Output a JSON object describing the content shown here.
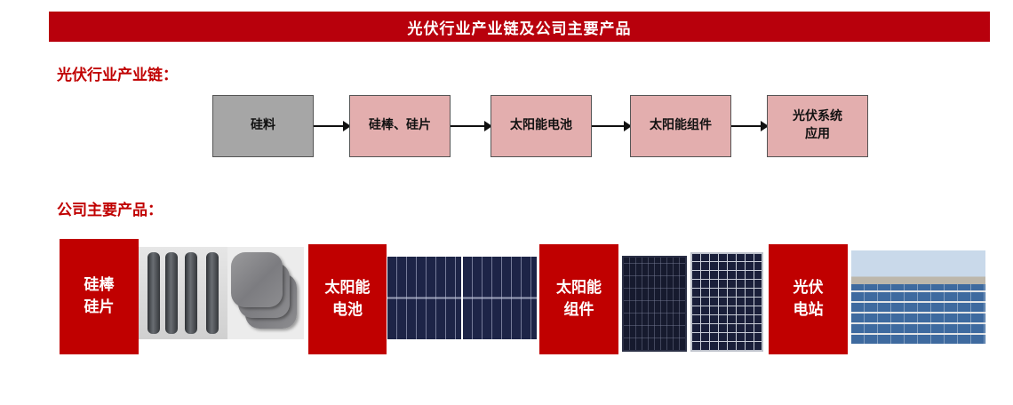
{
  "banner": {
    "title": "光伏行业产业链及公司主要产品"
  },
  "section1": {
    "title": "光伏行业产业链："
  },
  "chain": {
    "steps": [
      {
        "label": "硅料"
      },
      {
        "label": "硅棒、硅片"
      },
      {
        "label": "太阳能电池"
      },
      {
        "label": "太阳能组件"
      },
      {
        "label": "光伏系统\n应用"
      }
    ]
  },
  "section2": {
    "title": "公司主要产品："
  },
  "products": [
    {
      "label": "硅棒\n硅片"
    },
    {
      "label": "太阳能\n电池"
    },
    {
      "label": "太阳能\n组件"
    },
    {
      "label": "光伏\n电站"
    }
  ],
  "colors": {
    "accent": "#c00000",
    "banner": "#b8000c",
    "box_grey": "#a6a6a6",
    "box_pink": "#e3aeae"
  }
}
